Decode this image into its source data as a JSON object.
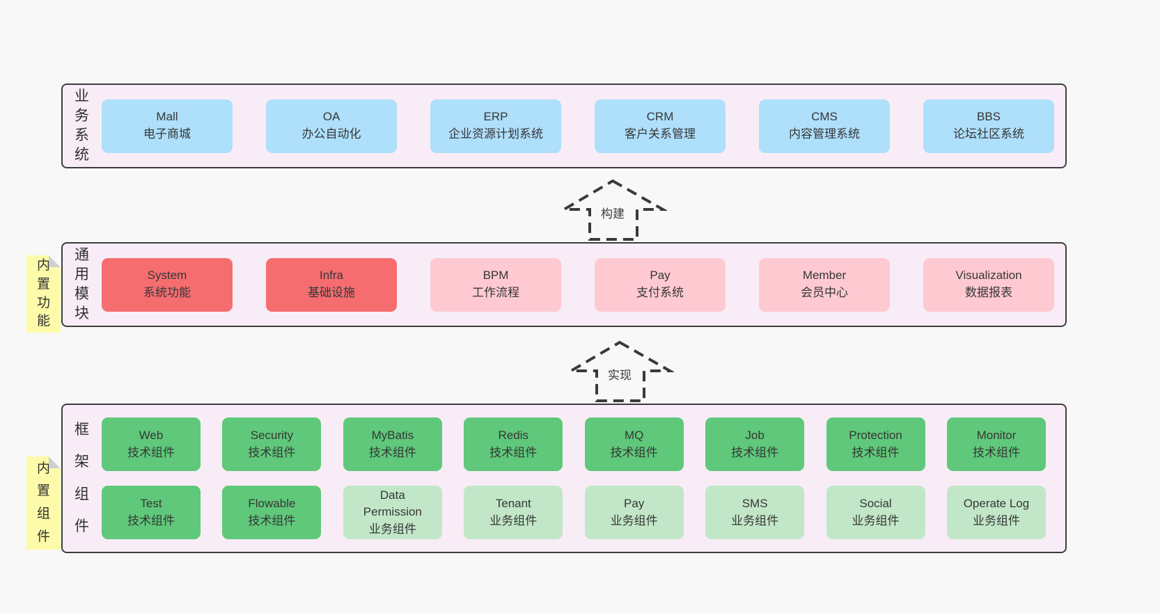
{
  "colors": {
    "page_bg": "#f8f8f8",
    "band_bg": "#f8edf6",
    "band_border": "#3c3c3c",
    "business_blue": "#aedffb",
    "core_red": "#f66d70",
    "module_pink": "#ffc9d2",
    "tech_green_dark": "#5fc87a",
    "biz_green_light": "#c2e7c8",
    "sticky_yellow": "#fdfba9"
  },
  "arrows": [
    {
      "label": "构建"
    },
    {
      "label": "实现"
    }
  ],
  "bands": [
    {
      "label": "业务系统",
      "boxes": [
        {
          "name": "Mall",
          "desc": "电子商城"
        },
        {
          "name": "OA",
          "desc": "办公自动化"
        },
        {
          "name": "ERP",
          "desc": "企业资源计划系统"
        },
        {
          "name": "CRM",
          "desc": "客户关系管理"
        },
        {
          "name": "CMS",
          "desc": "内容管理系统"
        },
        {
          "name": "BBS",
          "desc": "论坛社区系统"
        }
      ]
    },
    {
      "label": "通用模块",
      "sticky": "内置功能",
      "boxes": [
        {
          "name": "System",
          "desc": "系统功能"
        },
        {
          "name": "Infra",
          "desc": "基础设施"
        },
        {
          "name": "BPM",
          "desc": "工作流程"
        },
        {
          "name": "Pay",
          "desc": "支付系统"
        },
        {
          "name": "Member",
          "desc": "会员中心"
        },
        {
          "name": "Visualization",
          "desc": "数据报表"
        }
      ]
    },
    {
      "label": "框架组件",
      "sticky": "内置组件",
      "rows": [
        [
          {
            "name": "Web",
            "desc": "技术组件"
          },
          {
            "name": "Security",
            "desc": "技术组件"
          },
          {
            "name": "MyBatis",
            "desc": "技术组件"
          },
          {
            "name": "Redis",
            "desc": "技术组件"
          },
          {
            "name": "MQ",
            "desc": "技术组件"
          },
          {
            "name": "Job",
            "desc": "技术组件"
          },
          {
            "name": "Protection",
            "desc": "技术组件"
          },
          {
            "name": "Monitor",
            "desc": "技术组件"
          }
        ],
        [
          {
            "name": "Test",
            "desc": "技术组件"
          },
          {
            "name": "Flowable",
            "desc": "技术组件"
          },
          {
            "name": "Data Permission",
            "desc": "业务组件"
          },
          {
            "name": "Tenant",
            "desc": "业务组件"
          },
          {
            "name": "Pay",
            "desc": "业务组件"
          },
          {
            "name": "SMS",
            "desc": "业务组件"
          },
          {
            "name": "Social",
            "desc": "业务组件"
          },
          {
            "name": "Operate Log",
            "desc": "业务组件"
          }
        ]
      ]
    }
  ]
}
